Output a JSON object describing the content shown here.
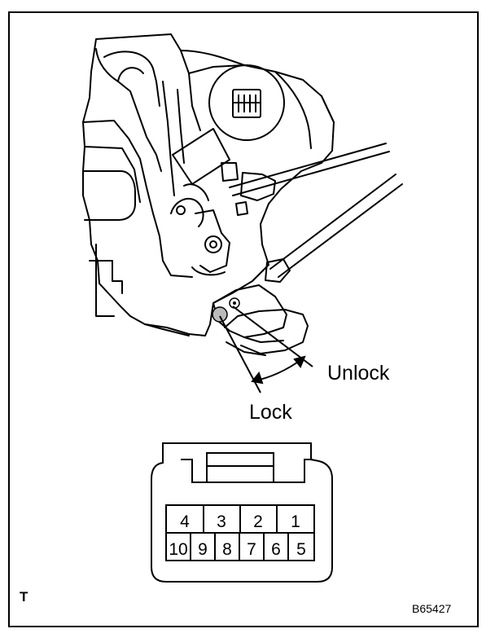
{
  "callouts": {
    "unlock": "Unlock",
    "lock": "Lock"
  },
  "connector": {
    "top_row": [
      "4",
      "3",
      "2",
      "1"
    ],
    "bottom_row": [
      "10",
      "9",
      "8",
      "7",
      "6",
      "5"
    ]
  },
  "corner_mark": "T",
  "figure_id": "B65427"
}
